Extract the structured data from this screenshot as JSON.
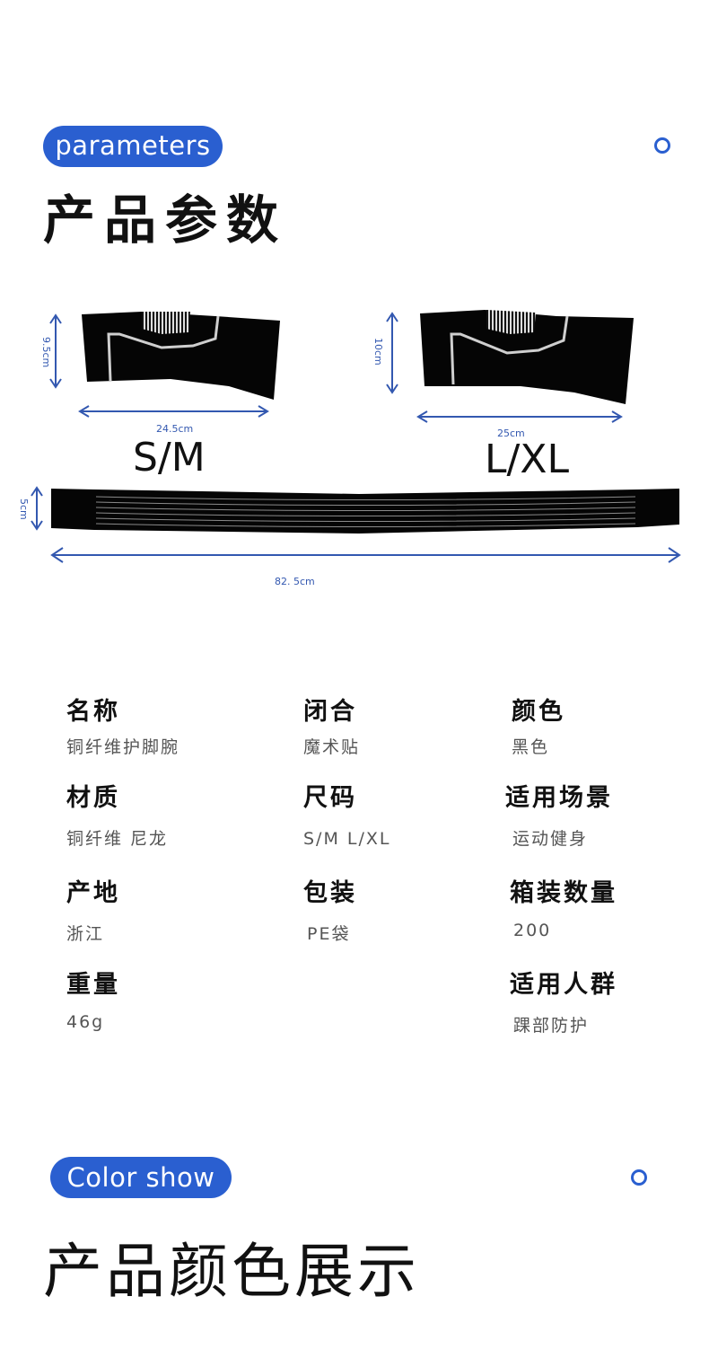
{
  "colors": {
    "accent": "#2a5fd0",
    "dimension_line": "#3358b0",
    "text": "#111111",
    "muted_text": "#555555"
  },
  "section_params": {
    "pill_label": "parameters",
    "decor_icon": "ring-icon",
    "title": "产品参数"
  },
  "product_image": {
    "sizes": [
      {
        "label": "S/M",
        "height": "9.5cm",
        "width": "24.5cm"
      },
      {
        "label": "L/XL",
        "height": "10cm",
        "width": "25cm"
      }
    ],
    "strap": {
      "height": "5cm",
      "length": "82. 5cm"
    }
  },
  "specs": [
    {
      "label": "名称",
      "value": "铜纤维护脚腕"
    },
    {
      "label": "闭合",
      "value": "魔术贴"
    },
    {
      "label": "颜色",
      "value": "黑色"
    },
    {
      "label": "材质",
      "value": "铜纤维 尼龙"
    },
    {
      "label": "尺码",
      "value": "S/M L/XL"
    },
    {
      "label": "适用场景",
      "value": "运动健身"
    },
    {
      "label": "产地",
      "value": "浙江"
    },
    {
      "label": "包装",
      "value": "PE袋"
    },
    {
      "label": "箱装数量",
      "value": "200"
    },
    {
      "label": "重量",
      "value": "46g"
    },
    {
      "label": "适用人群",
      "value": "踝部防护"
    }
  ],
  "section_color": {
    "pill_label": "Color show",
    "decor_icon": "ring-icon",
    "title": "产品颜色展示"
  }
}
